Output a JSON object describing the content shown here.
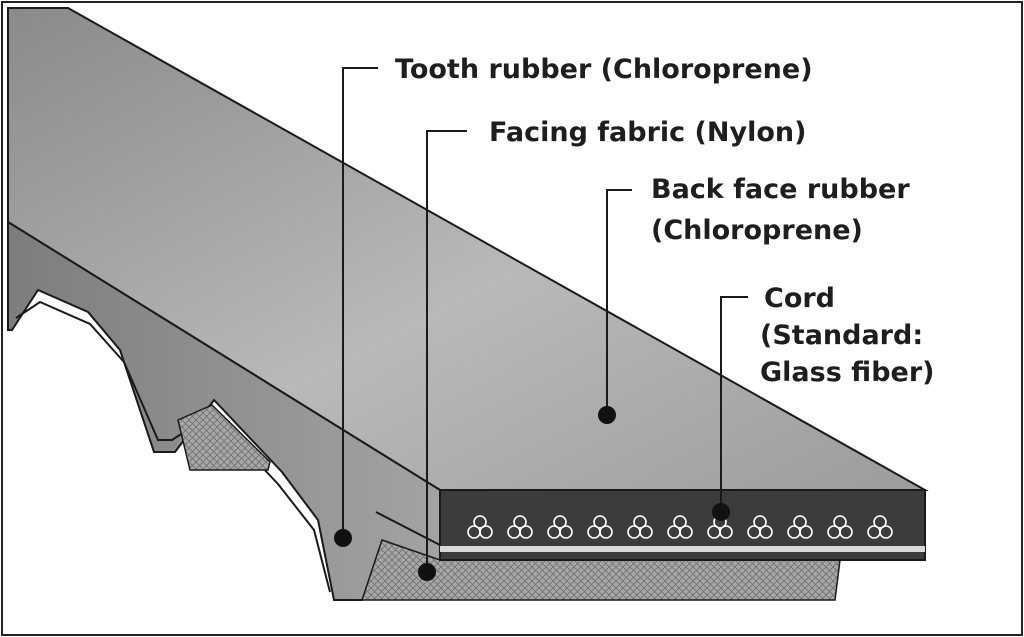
{
  "labels": {
    "tooth_rubber": "Tooth rubber (Chloroprene)",
    "facing_fabric": "Facing fabric (Nylon)",
    "back_face_rubber_line1": "Back face rubber",
    "back_face_rubber_line2": "(Chloroprene)",
    "cord_line1": "Cord",
    "cord_line2": "(Standard:",
    "cord_line3": "Glass fiber)"
  },
  "colors": {
    "belt_top": "#a9a9a9",
    "belt_side": "#8c8c8c",
    "cross_section": "#3c3c3c",
    "fabric": "#9a9a9a",
    "outline": "#1a1a1a"
  },
  "cord_count": 11
}
